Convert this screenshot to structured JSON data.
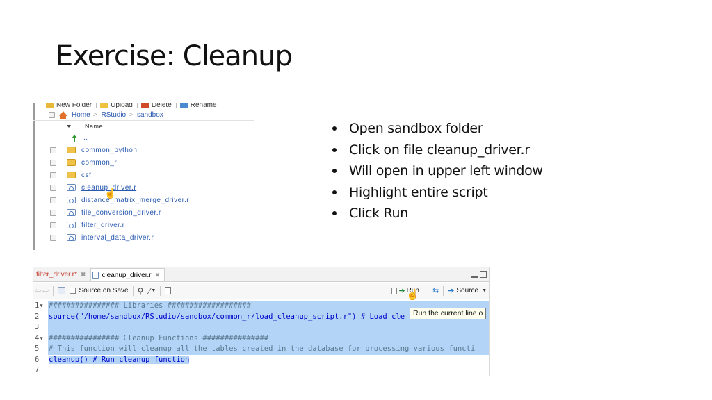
{
  "slide": {
    "title": "Exercise: Cleanup",
    "bullets": [
      "Open sandbox folder",
      "Click on file cleanup_driver.r",
      "Will open in upper left window",
      "Highlight entire script",
      "Click Run"
    ]
  },
  "file_browser": {
    "toolbar": [
      "New Folder",
      "Upload",
      "Delete",
      "Rename"
    ],
    "breadcrumb": [
      "Home",
      "RStudio",
      "sandbox"
    ],
    "column_header": "Name",
    "parent_label": "..",
    "items": [
      {
        "name": "common_python",
        "type": "folder"
      },
      {
        "name": "common_r",
        "type": "folder"
      },
      {
        "name": "csf",
        "type": "folder"
      },
      {
        "name": "cleanup_driver.r",
        "type": "r-file"
      },
      {
        "name": "distance_matrix_merge_driver.r",
        "type": "r-file"
      },
      {
        "name": "file_conversion_driver.r",
        "type": "r-file"
      },
      {
        "name": "filter_driver.r",
        "type": "r-file"
      },
      {
        "name": "interval_data_driver.r",
        "type": "r-file"
      }
    ]
  },
  "editor": {
    "tabs": [
      "filter_driver.r*",
      "cleanup_driver.r"
    ],
    "toolbar": {
      "source_on_save": "Source on Save",
      "run": "Run",
      "source": "Source"
    },
    "tooltip": "Run the current line o",
    "lines": [
      {
        "num": "1",
        "fold": "▾",
        "text": "################ Libraries ###################"
      },
      {
        "num": "2",
        "fold": "",
        "text": "source(\"/home/sandbox/RStudio/sandbox/common_r/load_cleanup_script.r\") # Load cle"
      },
      {
        "num": "3",
        "fold": "",
        "text": ""
      },
      {
        "num": "4",
        "fold": "▾",
        "text": "################ Cleanup Functions ###############"
      },
      {
        "num": "5",
        "fold": "",
        "text": "# This function will cleanup all the tables created in the database for processing various functi"
      },
      {
        "num": "6",
        "fold": "",
        "text": "cleanup() # Run cleanup function"
      },
      {
        "num": "7",
        "fold": "",
        "text": ""
      }
    ]
  },
  "colors": {
    "selection": "#b3d4f6",
    "link": "#2a5ab0",
    "modified_tab": "#c33b2b"
  }
}
